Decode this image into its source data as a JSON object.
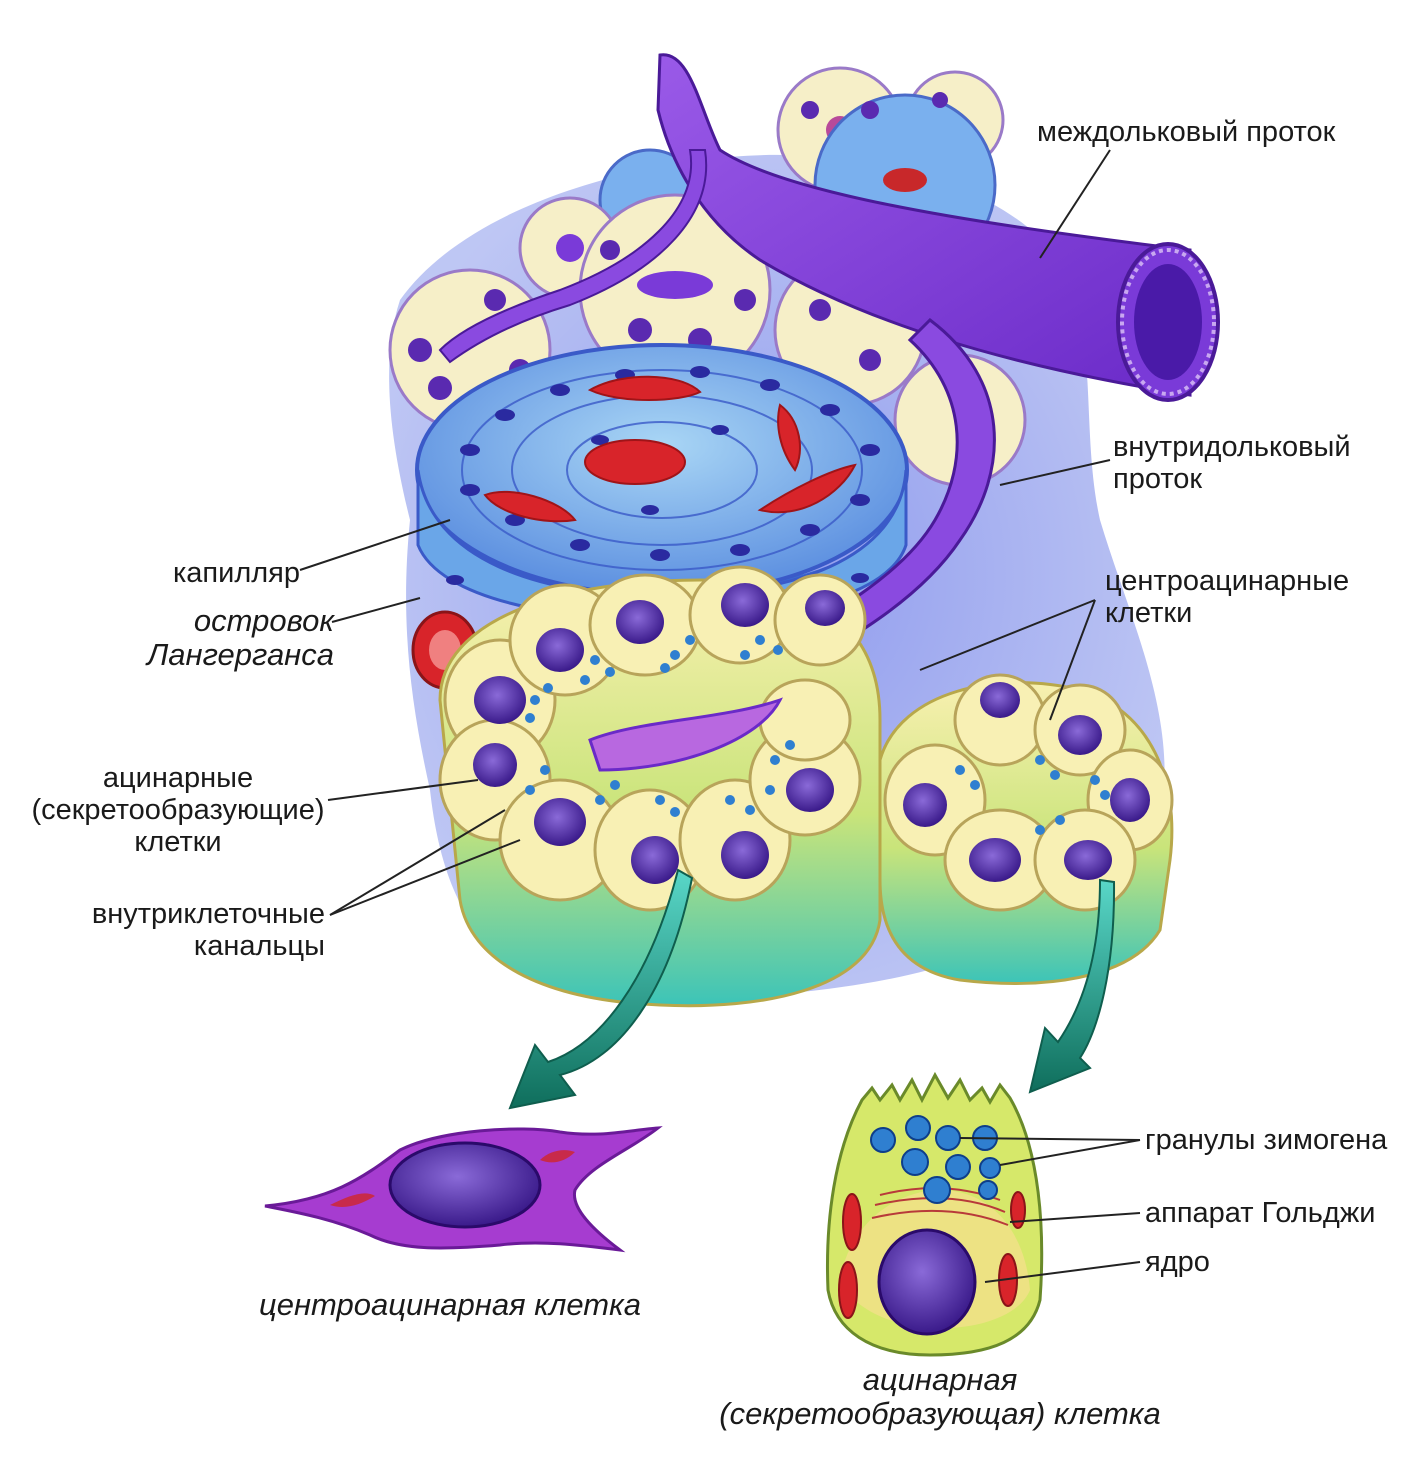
{
  "labels": {
    "interlobular_duct": [
      "междольковый проток"
    ],
    "intralobular_duct": [
      "внутридольковый",
      "проток"
    ],
    "centroacinar_cells": [
      "центроацинарные",
      "клетки"
    ],
    "capillary": [
      "капилляр"
    ],
    "islet": [
      "островок",
      "Лангерганса"
    ],
    "acinar_cells": [
      "ацинарные",
      "(секретообразующие)",
      "клетки"
    ],
    "intracellular_canaliculi": [
      "внутриклеточные",
      "канальцы"
    ],
    "zymogen_granules": [
      "гранулы зимогена"
    ],
    "golgi": [
      "аппарат Гольджи"
    ],
    "nucleus": [
      "ядро"
    ]
  },
  "captions": {
    "centroacinar_cell": [
      "центроацинарная клетка"
    ],
    "acinar_cell": [
      "ацинарная",
      "(секретообразующая) клетка"
    ]
  },
  "colors": {
    "duct": "#7a3ad8",
    "islet_cell": "#8fc3ee",
    "capillary": "#d8242a",
    "acinar_cell": "#f6eeaa",
    "nucleus": "#4a2a9a",
    "granule": "#2f7fd0",
    "arrow": "#17826e",
    "leader": "#222222"
  }
}
